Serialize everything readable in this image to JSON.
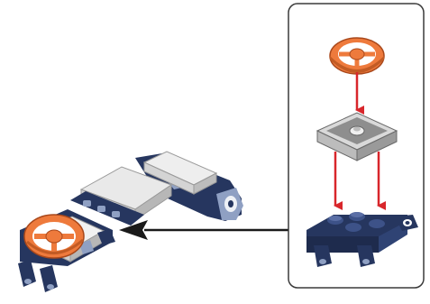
{
  "figure": {
    "type": "lego-building-instruction-step",
    "callout_box": {
      "arrangement": "exploded-vertical",
      "parts_top_to_bottom": [
        "orange-steering-wheel-icon",
        "gray-2x2-plate-with-center-stud-icon",
        "dark-blue-2x2-plate-with-clips-icon"
      ],
      "assembly_arrow_color": "#d8262b"
    },
    "pointer_arrow": {
      "color": "#1a1a1a",
      "direction": "left"
    },
    "main_model": {
      "parts": [
        "orange-steering-wheel-icon",
        "dark-blue-clip-plate-icon",
        "light-gray-tiles-icon",
        "dark-blue-hinge-icon"
      ]
    },
    "colors": {
      "orange": "#ee7a3c",
      "dark_blue": "#26365f",
      "light_gray": "#d9d9d9",
      "dark_gray": "#8e8e8e",
      "red_arrow": "#d8262b"
    }
  }
}
